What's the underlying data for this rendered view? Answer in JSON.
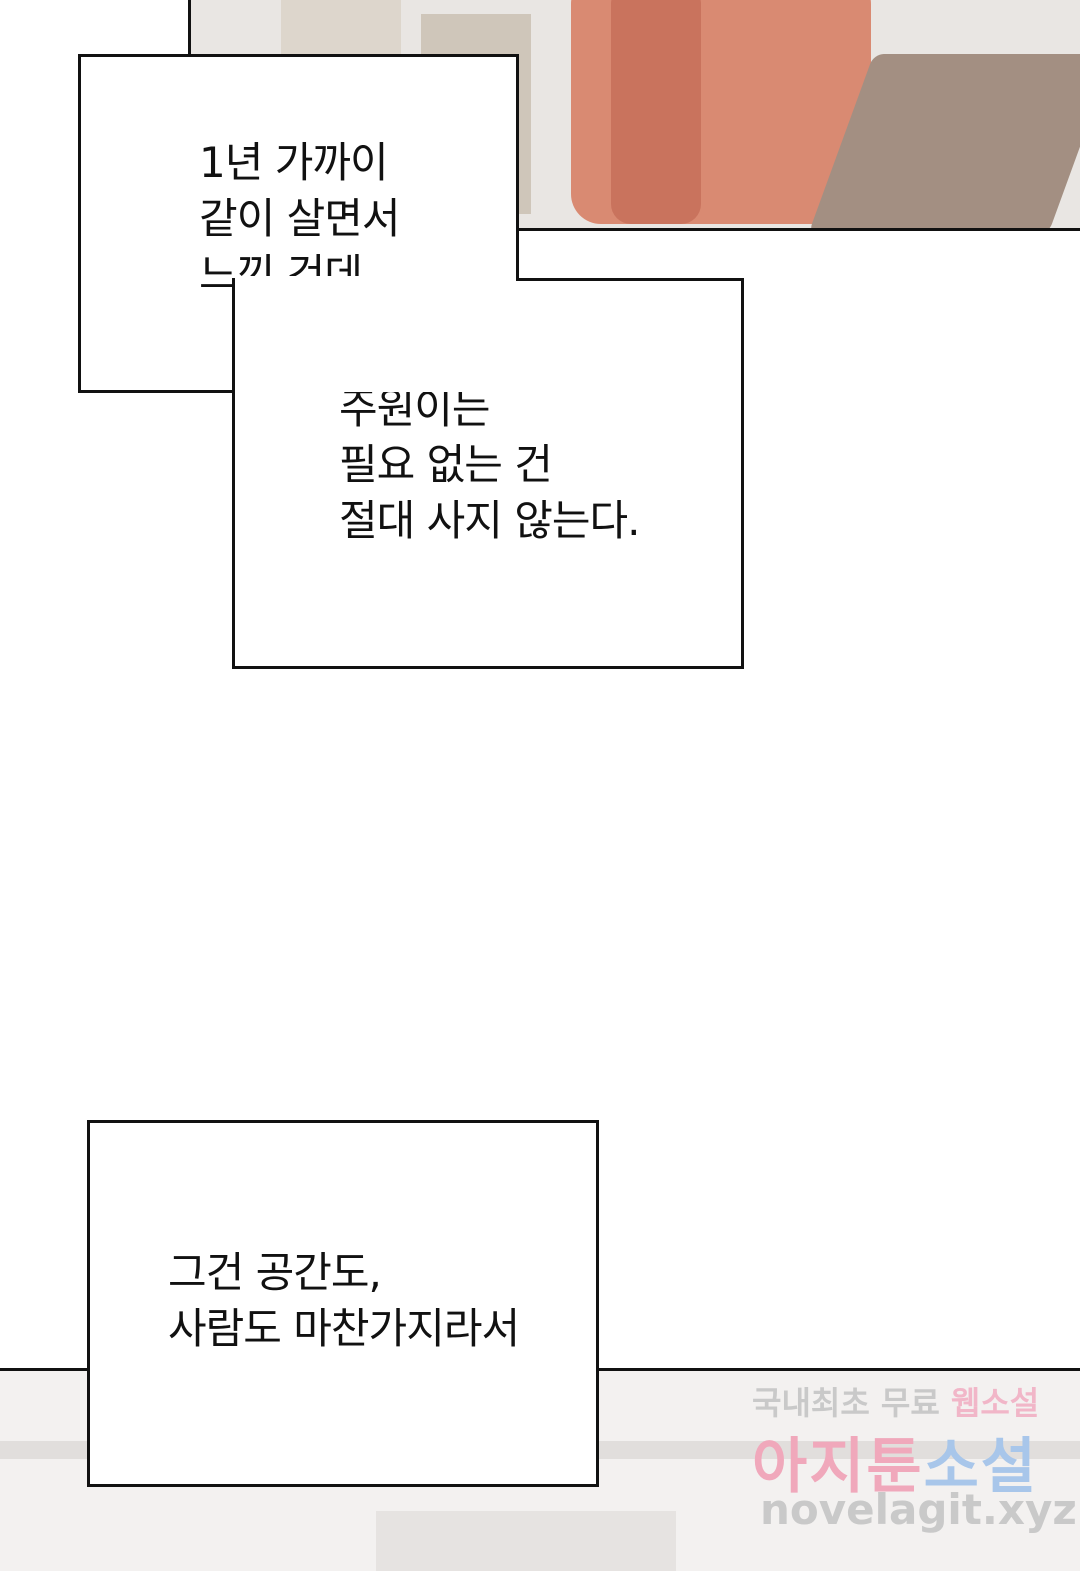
{
  "captions": [
    {
      "lines": [
        "1년 가까이",
        "같이 살면서",
        "느낀 건데,"
      ]
    },
    {
      "lines": [
        "주원이는",
        "필요 없는 건",
        "절대 사지 않는다."
      ]
    },
    {
      "lines": [
        "그건 공간도,",
        "사람도 마찬가지라서"
      ]
    }
  ],
  "watermark": {
    "tagline_a": "국내최초 무료 ",
    "tagline_b": "웹소설",
    "brand_a": "아지툰",
    "brand_b": "소설",
    "url": "novelagit.xyz"
  },
  "colors": {
    "shirt": "#d98a72",
    "background_wall": "#e9e6e3",
    "border": "#111111"
  }
}
